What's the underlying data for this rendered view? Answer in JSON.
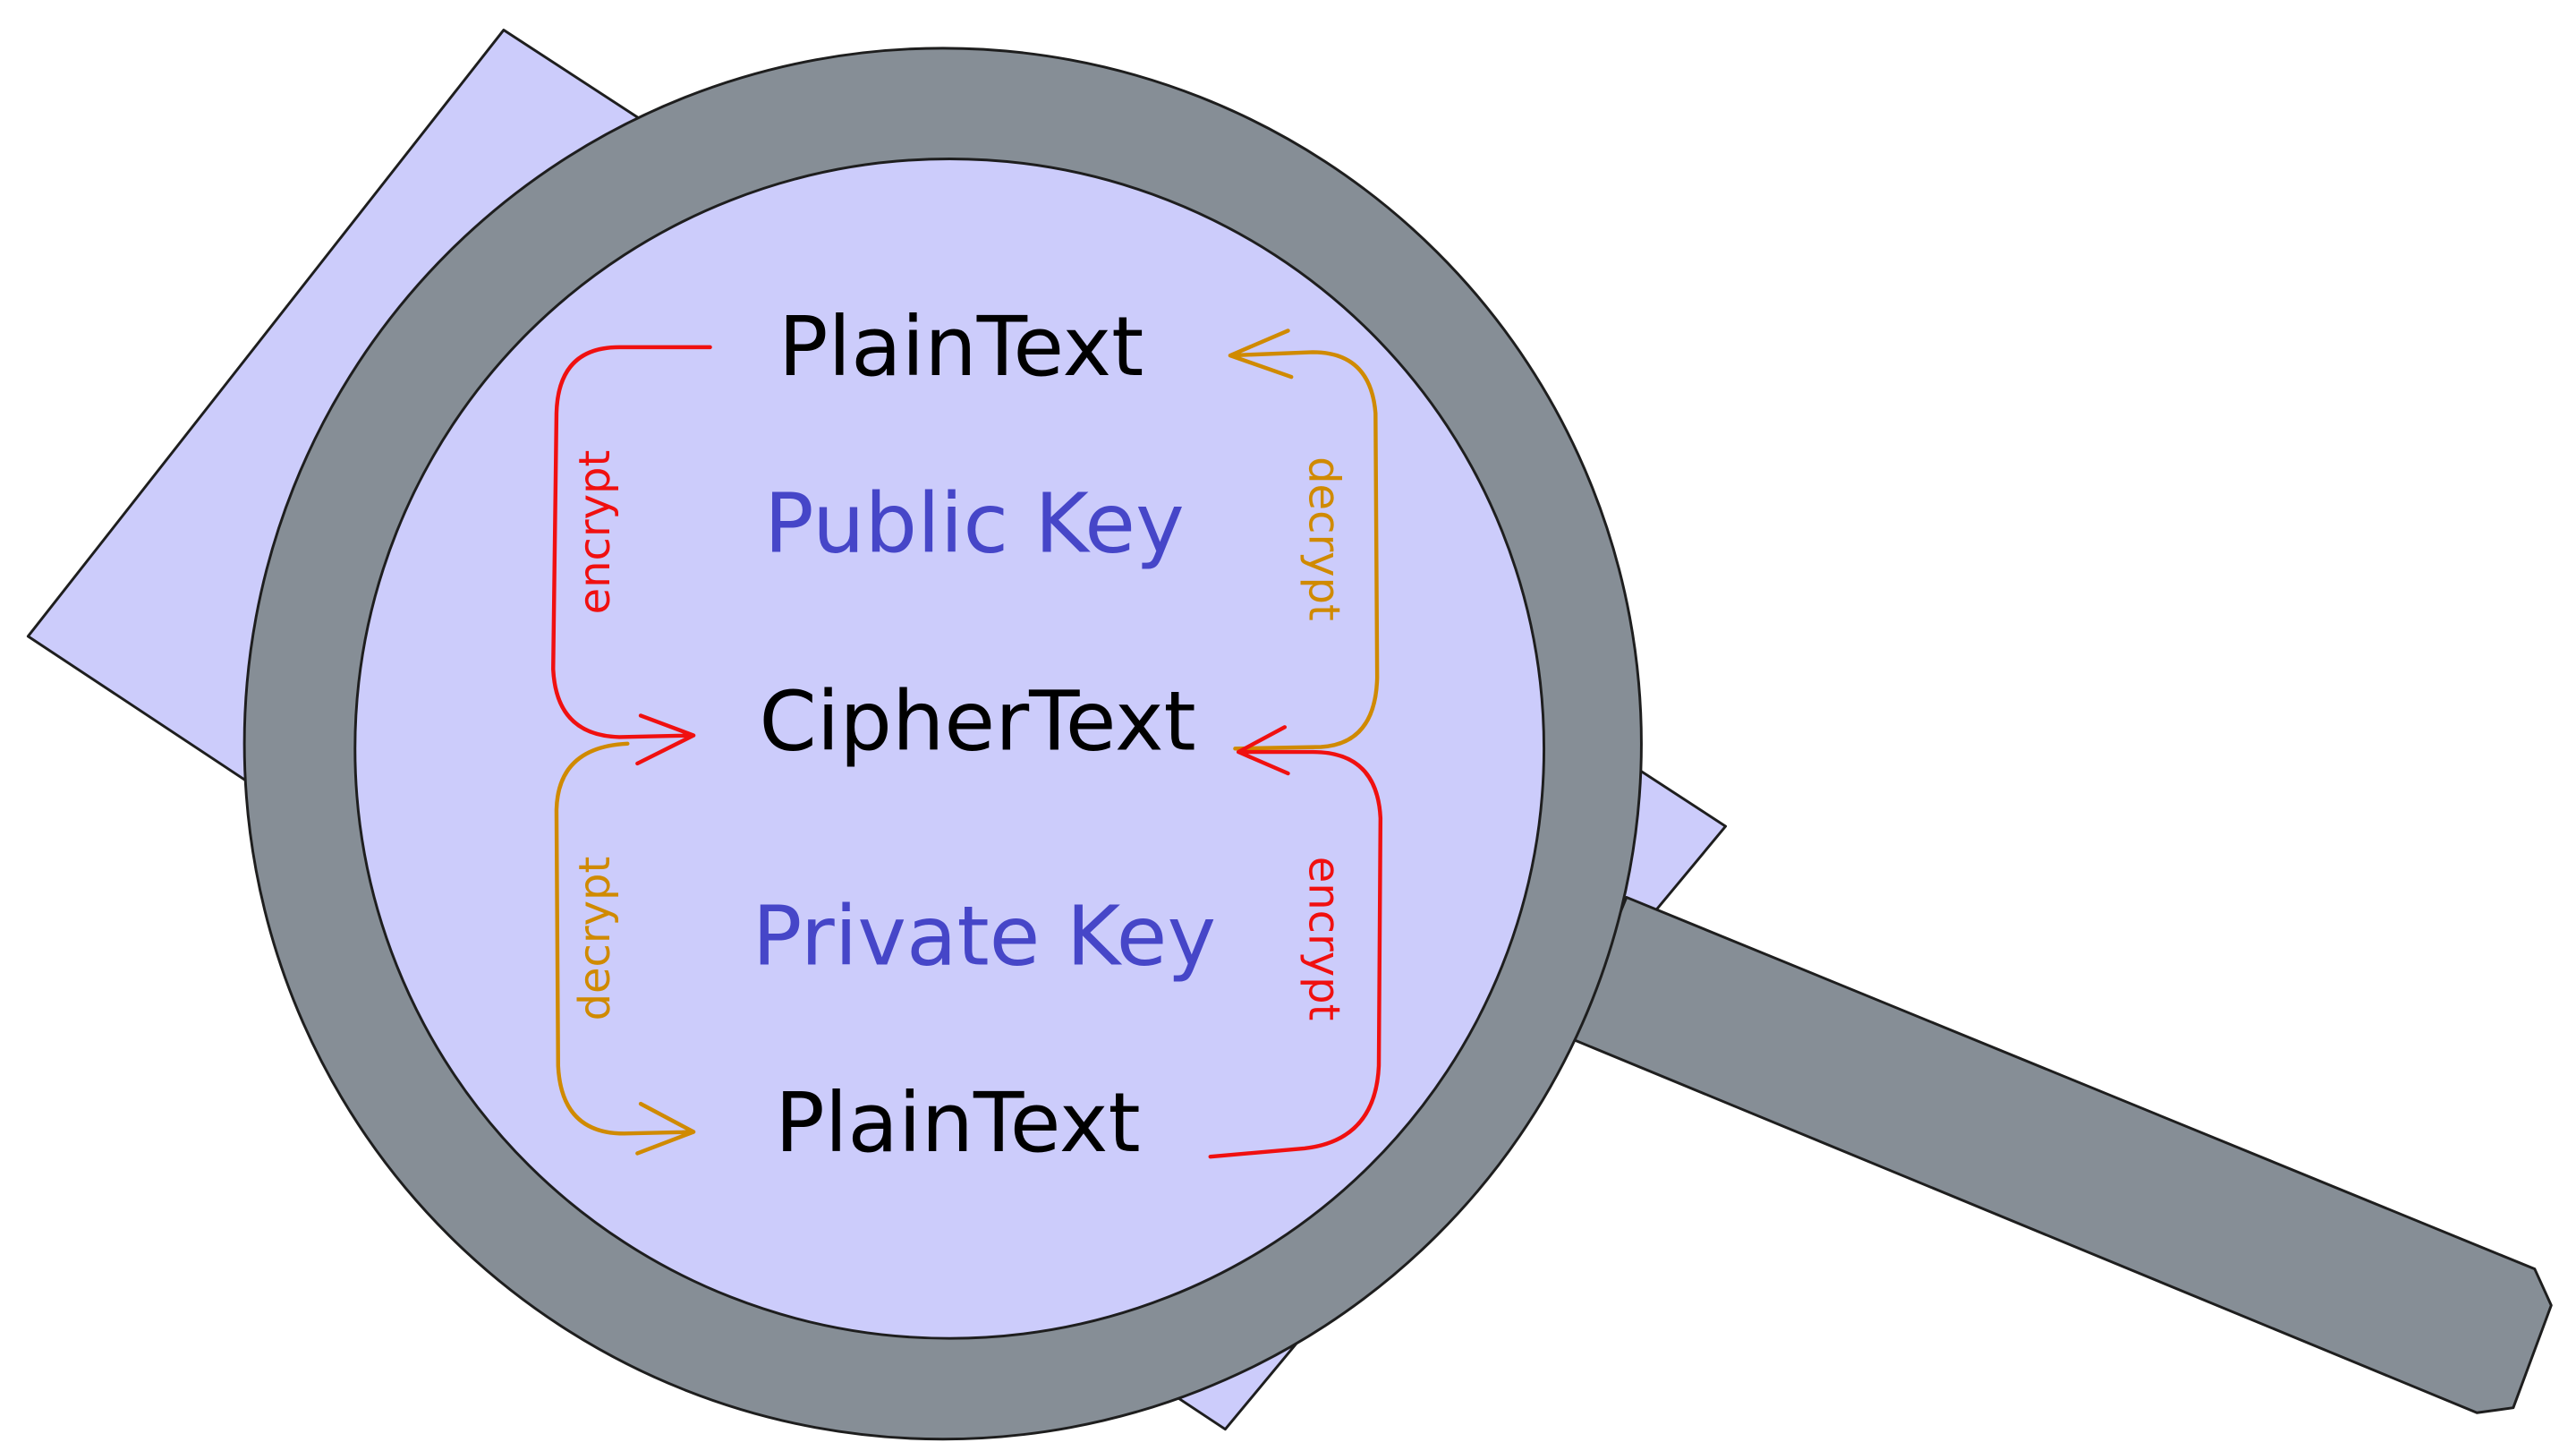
{
  "colors": {
    "lens_fill": "#ccccfb",
    "frame_fill": "#868e96",
    "outline": "#1e1e1e",
    "text_black": "#000000",
    "key_blue": "#4646c8",
    "encrypt_red": "#f01010",
    "decrypt_orange": "#d08a00"
  },
  "labels": {
    "plaintext_top": "PlainText",
    "public_key": "Public Key",
    "ciphertext": "CipherText",
    "private_key": "Private Key",
    "plaintext_bottom": "PlainText",
    "encrypt_left": "encrypt",
    "decrypt_right": "decrypt",
    "decrypt_left": "decrypt",
    "encrypt_right": "encrypt"
  }
}
